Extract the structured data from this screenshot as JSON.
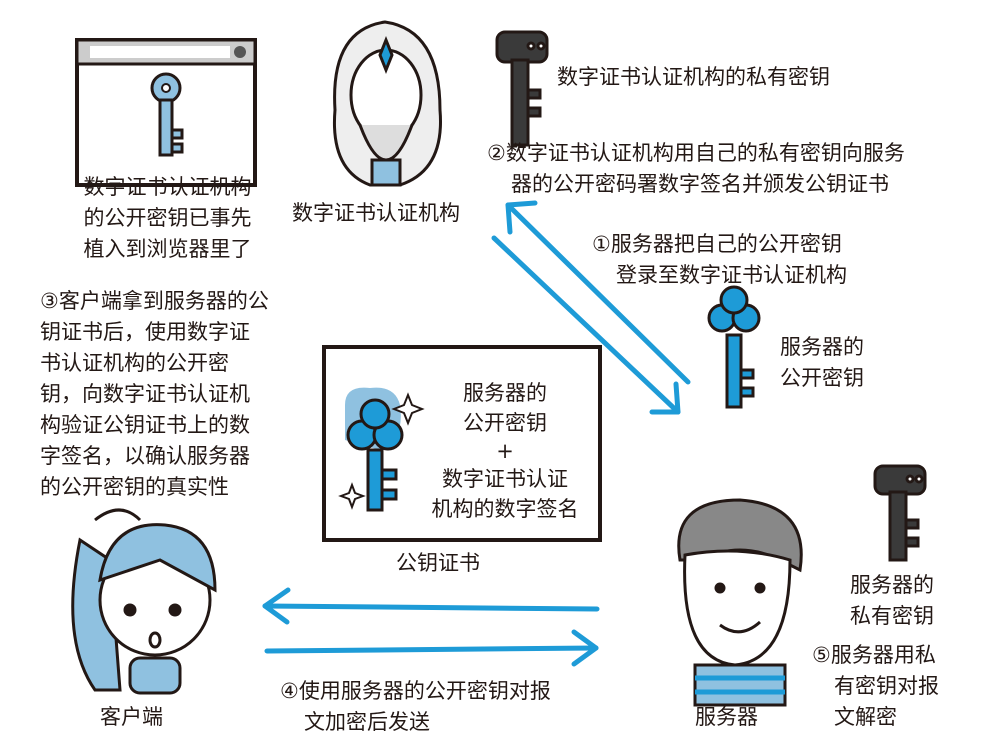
{
  "browser_note": [
    "数字证书认证机构",
    "的公开密钥已事先",
    "植入到浏览器里了"
  ],
  "ca_label": "数字证书认证机构",
  "ca_private_key_label": "数字证书认证机构的私有密钥",
  "step2": [
    "②数字证书认证机构用自己的私有密钥向服务",
    "器的公开密码署数字签名并颁发公钥证书"
  ],
  "step1": [
    "①服务器把自己的公开密钥",
    "登录至数字证书认证机构"
  ],
  "server_public_key_label": [
    "服务器的",
    "公开密钥"
  ],
  "step3": [
    "③客户端拿到服务器的公",
    "钥证书后，使用数字证",
    "书认证机构的公开密",
    "钥，向数字证书认证机",
    "构验证公钥证书上的数",
    "字签名，以确认服务器",
    "的公开密钥的真实性"
  ],
  "certificate": {
    "lines": [
      "服务器的",
      "公开密钥",
      "+",
      "数字证书认证",
      "机构的数字签名"
    ],
    "label": "公钥证书"
  },
  "server_private_key_label": [
    "服务器的",
    "私有密钥"
  ],
  "step5": [
    "⑤服务器用私",
    "有密钥对报",
    "文解密"
  ],
  "step4": [
    "④使用服务器的公开密钥对报",
    "文加密后发送"
  ],
  "client_label": "客户端",
  "server_label": "服务器",
  "colors": {
    "accent": "#1e9bd7",
    "ink": "#231815",
    "light_blue": "#8fc1e0"
  }
}
